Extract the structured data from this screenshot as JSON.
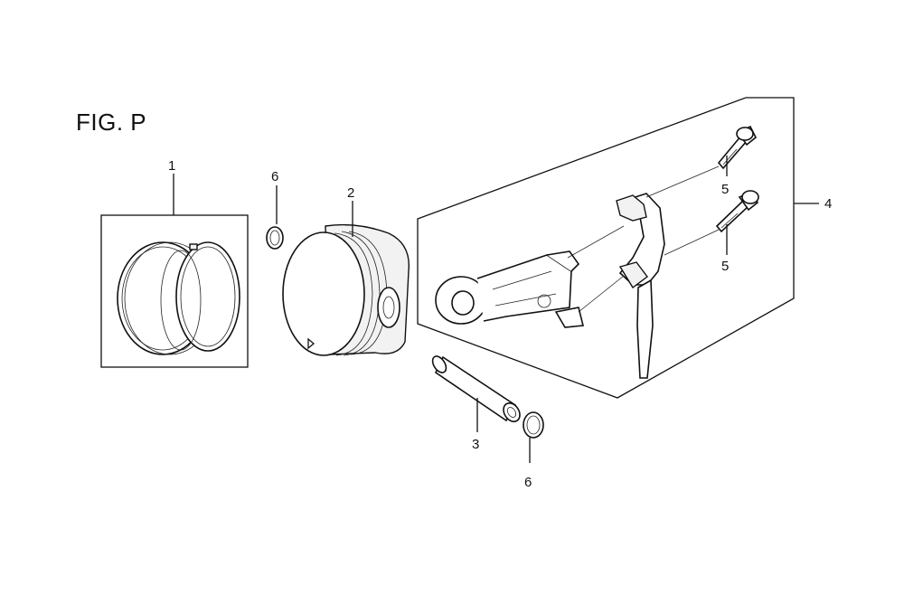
{
  "figure": {
    "title": "FIG. P"
  },
  "callouts": [
    {
      "id": "1",
      "label": "1"
    },
    {
      "id": "2",
      "label": "2"
    },
    {
      "id": "3",
      "label": "3"
    },
    {
      "id": "4",
      "label": "4"
    },
    {
      "id": "5a",
      "label": "5"
    },
    {
      "id": "5b",
      "label": "5"
    },
    {
      "id": "6a",
      "label": "6"
    },
    {
      "id": "6b",
      "label": "6"
    }
  ]
}
